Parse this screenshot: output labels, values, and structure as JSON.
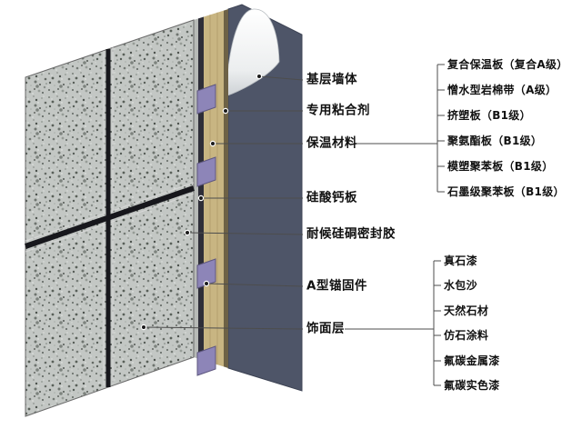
{
  "colors": {
    "granite_base": "#c3c7c4",
    "grout": "#17171c",
    "panel_edge": "#b7bab7",
    "board_dark": "#2e2e38",
    "insulation": "#c8b582",
    "insulation_streak": "#b3a06e",
    "adhesive": "#6e6246",
    "base_wall": "#4e5568",
    "anchor": "#8d85b8",
    "anchor_edge": "#5f5880",
    "callout_line": "#4d4d4d",
    "label_text": "#111111"
  },
  "main_labels": [
    {
      "id": "base-wall",
      "text": "基层墙体"
    },
    {
      "id": "adhesive",
      "text": "专用粘合剂"
    },
    {
      "id": "insulation",
      "text": "保温材料"
    },
    {
      "id": "calcium-silicate-board",
      "text": "硅酸钙板"
    },
    {
      "id": "sealant",
      "text": "耐候硅硐密封胶"
    },
    {
      "id": "anchor",
      "text": "A型锚固件"
    },
    {
      "id": "finish-layer",
      "text": "饰面层"
    }
  ],
  "insulation_options": [
    {
      "text": "复合保温板（复合A级）"
    },
    {
      "text": "憎水型岩棉带（A级）"
    },
    {
      "text": "挤塑板（B1级）"
    },
    {
      "text": "聚氨酯板（B1级）"
    },
    {
      "text": "模塑聚苯板（B1级）"
    },
    {
      "text": "石墨级聚苯板（B1级）"
    }
  ],
  "finish_options": [
    {
      "text": "真石漆"
    },
    {
      "text": "水包沙"
    },
    {
      "text": "天然石材"
    },
    {
      "text": "仿石涂料"
    },
    {
      "text": "氟碳金属漆"
    },
    {
      "text": "氟碳实色漆"
    }
  ]
}
